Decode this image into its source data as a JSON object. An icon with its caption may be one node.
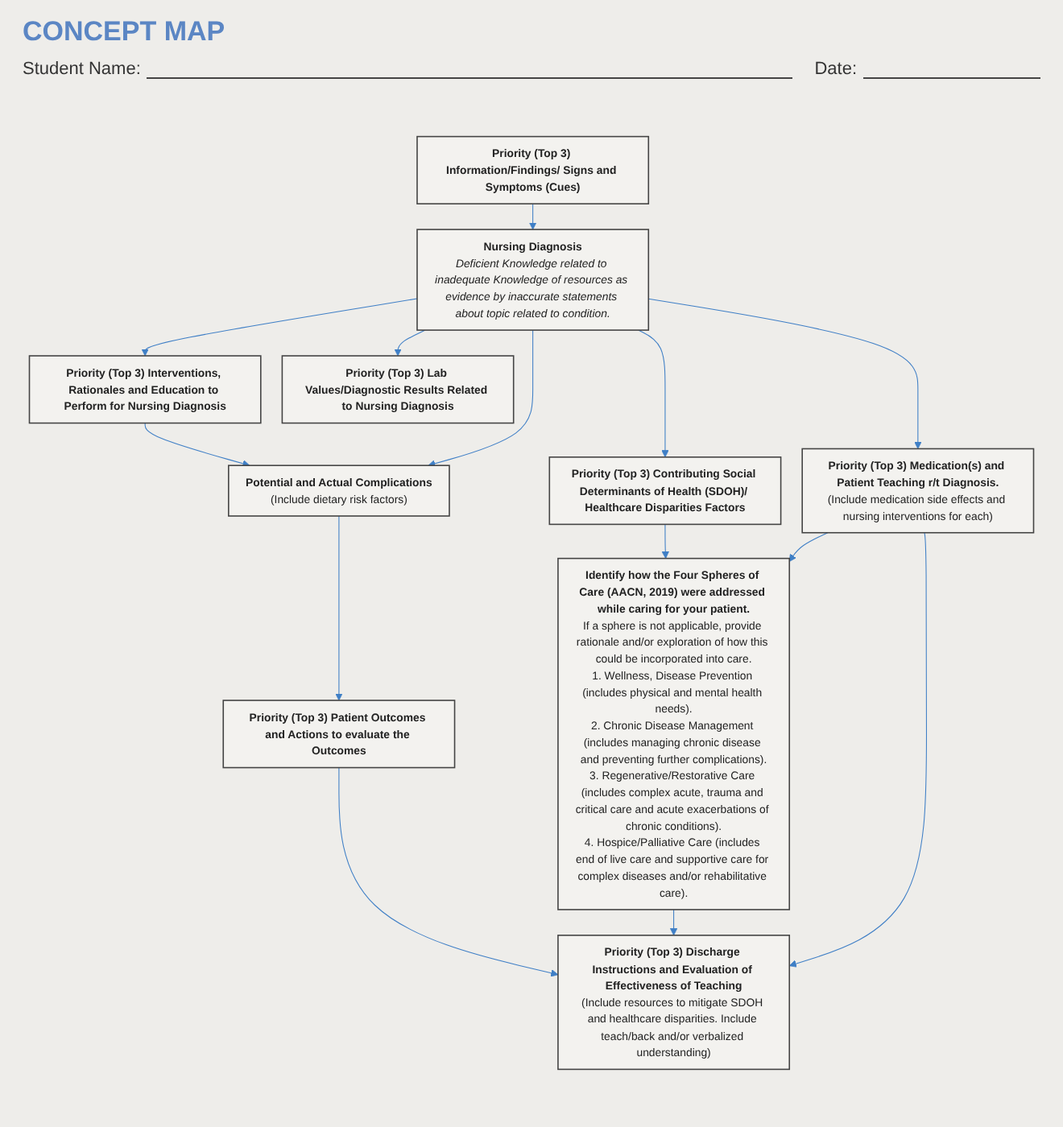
{
  "diagram": {
    "title": "CONCEPT MAP",
    "nodes": [
      {
        "text": [
          "Priority (Top 3) Interventions, Rationales and Education to Perform for Nursing Diagnosis"
        ]
      },
      {
        "text": [
          "Priority (Top 3) Information/Findings/ Signs and Symptoms (Cues)"
        ]
      },
      {
        "text": [
          "Priority (Top 3) Lab Values/Diagnostic Results Related to Nursing Diagnosis"
        ]
      },
      {
        "text": [
          "Potential and Actual Complications",
          "(Include dietary risk factors)"
        ]
      },
      {
        "text": [
          "Nursing Diagnosis",
          "Deficient Knowledge related to inadequate Knowledge of resources as evidence by inaccurate statements about topic related to condition."
        ]
      },
      {
        "text": [
          "Priority (Top 3) Contributing Social Determinants of Health (SDOH)/ Healthcare Disparities Factors"
        ]
      },
      {
        "text": [
          "Priority (Top 3) Patient Outcomes and Actions to evaluate the Outcomes"
        ]
      },
      {
        "text": [
          "Priority (Top 3) Medication(s) and Patient Teaching r/t Diagnosis.",
          "(Include medication side effects and nursing interventions for each)"
        ]
      },
      {
        "text": [
          "Identify how the Four Spheres of Care (AACN, 2019) were addressed while caring for your patient.",
          "If a sphere is not applicable, provide rationale and/or exploration of how this could be incorporated into care.",
          "1. Wellness, Disease Prevention (includes physical and mental health needs).",
          "2. Chronic Disease Management (includes managing chronic disease and preventing further complications).",
          "3. Regenerative/Restorative Care (includes complex acute, trauma and critical care and acute exacerbations of chronic conditions).",
          "4. Hospice/Palliative Care (includes end of live care and supportive care for complex diseases and/or rehabilitative care)."
        ]
      },
      {
        "text": [
          "Priority (Top 3) Discharge Instructions and Evaluation of Effectiveness of Teaching",
          "(Include resources to mitigate SDOH and healthcare disparities. Include teach/back and/or verbalized understanding)"
        ]
      }
    ],
    "edges": [
      {
        "from": 0,
        "to": 3,
        "arrow": "to"
      },
      {
        "from": 4,
        "to": 0,
        "arrow": "to"
      },
      {
        "from": 1,
        "to": 4,
        "arrow": "to"
      },
      {
        "from": 4,
        "to": 2,
        "arrow": "to"
      },
      {
        "from": 4,
        "to": 3,
        "arrow": "to"
      },
      {
        "from": 4,
        "to": 5,
        "arrow": "to"
      },
      {
        "from": 3,
        "to": 6,
        "arrow": "to"
      },
      {
        "from": 4,
        "to": 7,
        "arrow": "to"
      },
      {
        "from": 5,
        "to": 8,
        "arrow": "to"
      },
      {
        "from": 7,
        "to": 8,
        "arrow": "to"
      },
      {
        "from": 6,
        "to": 9,
        "arrow": "to"
      },
      {
        "from": 7,
        "to": 9,
        "arrow": "to"
      },
      {
        "from": 8,
        "to": 9,
        "arrow": "to"
      }
    ],
    "labels": [
      "Student Name:",
      "Date:"
    ]
  }
}
